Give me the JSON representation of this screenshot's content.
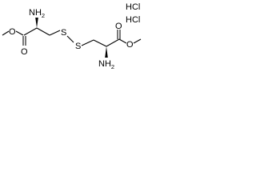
{
  "molecule": {
    "salt": [
      "HCl",
      "HCl"
    ],
    "amine_left": {
      "base": "NH",
      "subscript": "2"
    },
    "amine_right": {
      "base": "NH",
      "subscript": "2"
    },
    "atoms": {
      "carbonyl_o_left": "O",
      "ester_o_left": "O",
      "sulfur_left": "S",
      "sulfur_right": "S",
      "carbonyl_o_right": "O",
      "ester_o_right": "O"
    }
  }
}
